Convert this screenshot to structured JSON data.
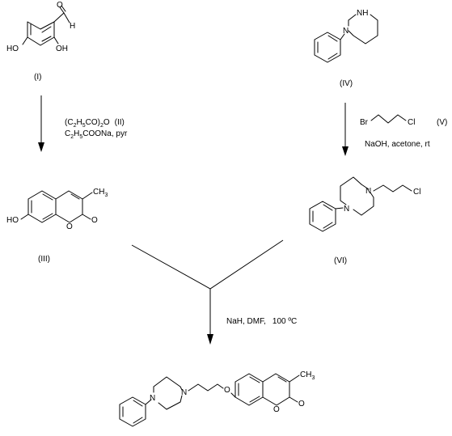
{
  "compounds": {
    "I": {
      "label": "(I)",
      "atoms": {
        "ho_left": "HO",
        "oh_right": "OH",
        "o_aldehyde": "O",
        "h_aldehyde": "H"
      }
    },
    "III": {
      "label": "(III)",
      "atoms": {
        "ho": "HO",
        "o_ring": "O",
        "o_carbonyl": "O",
        "ch": "CH",
        "ch_sub": "3"
      }
    },
    "IV": {
      "label": "(IV)",
      "atoms": {
        "nh": "NH",
        "n": "N"
      }
    },
    "V": {
      "label": "(V)",
      "atoms": {
        "br": "Br",
        "cl": "Cl"
      }
    },
    "VI": {
      "label": "(VI)",
      "atoms": {
        "n_top": "N",
        "n_bottom": "N",
        "cl": "Cl"
      }
    },
    "product": {
      "atoms": {
        "n_top": "N",
        "n_bottom": "N",
        "o_ether": "O",
        "o_ring": "O",
        "o_carbonyl": "O",
        "ch": "CH",
        "ch_sub": "3"
      }
    }
  },
  "reagents": {
    "step1": {
      "line1": {
        "p1": "(C",
        "s1": "2",
        "p2": "H",
        "s2": "5",
        "p3": "CO)",
        "s3": "2",
        "p4": "O",
        "p5": "(II)"
      },
      "line2": {
        "p1": "C",
        "s1": "2",
        "p2": "H",
        "s2": "5",
        "p3": "COONa, pyr"
      }
    },
    "step2": {
      "conditions": "NaOH, acetone, rt"
    },
    "step3": {
      "conditions": "NaH, DMF,",
      "temperature": "100 ºC"
    }
  },
  "icons": {
    "arrow": "down-arrow-icon",
    "merge": "merge-lines-icon"
  }
}
